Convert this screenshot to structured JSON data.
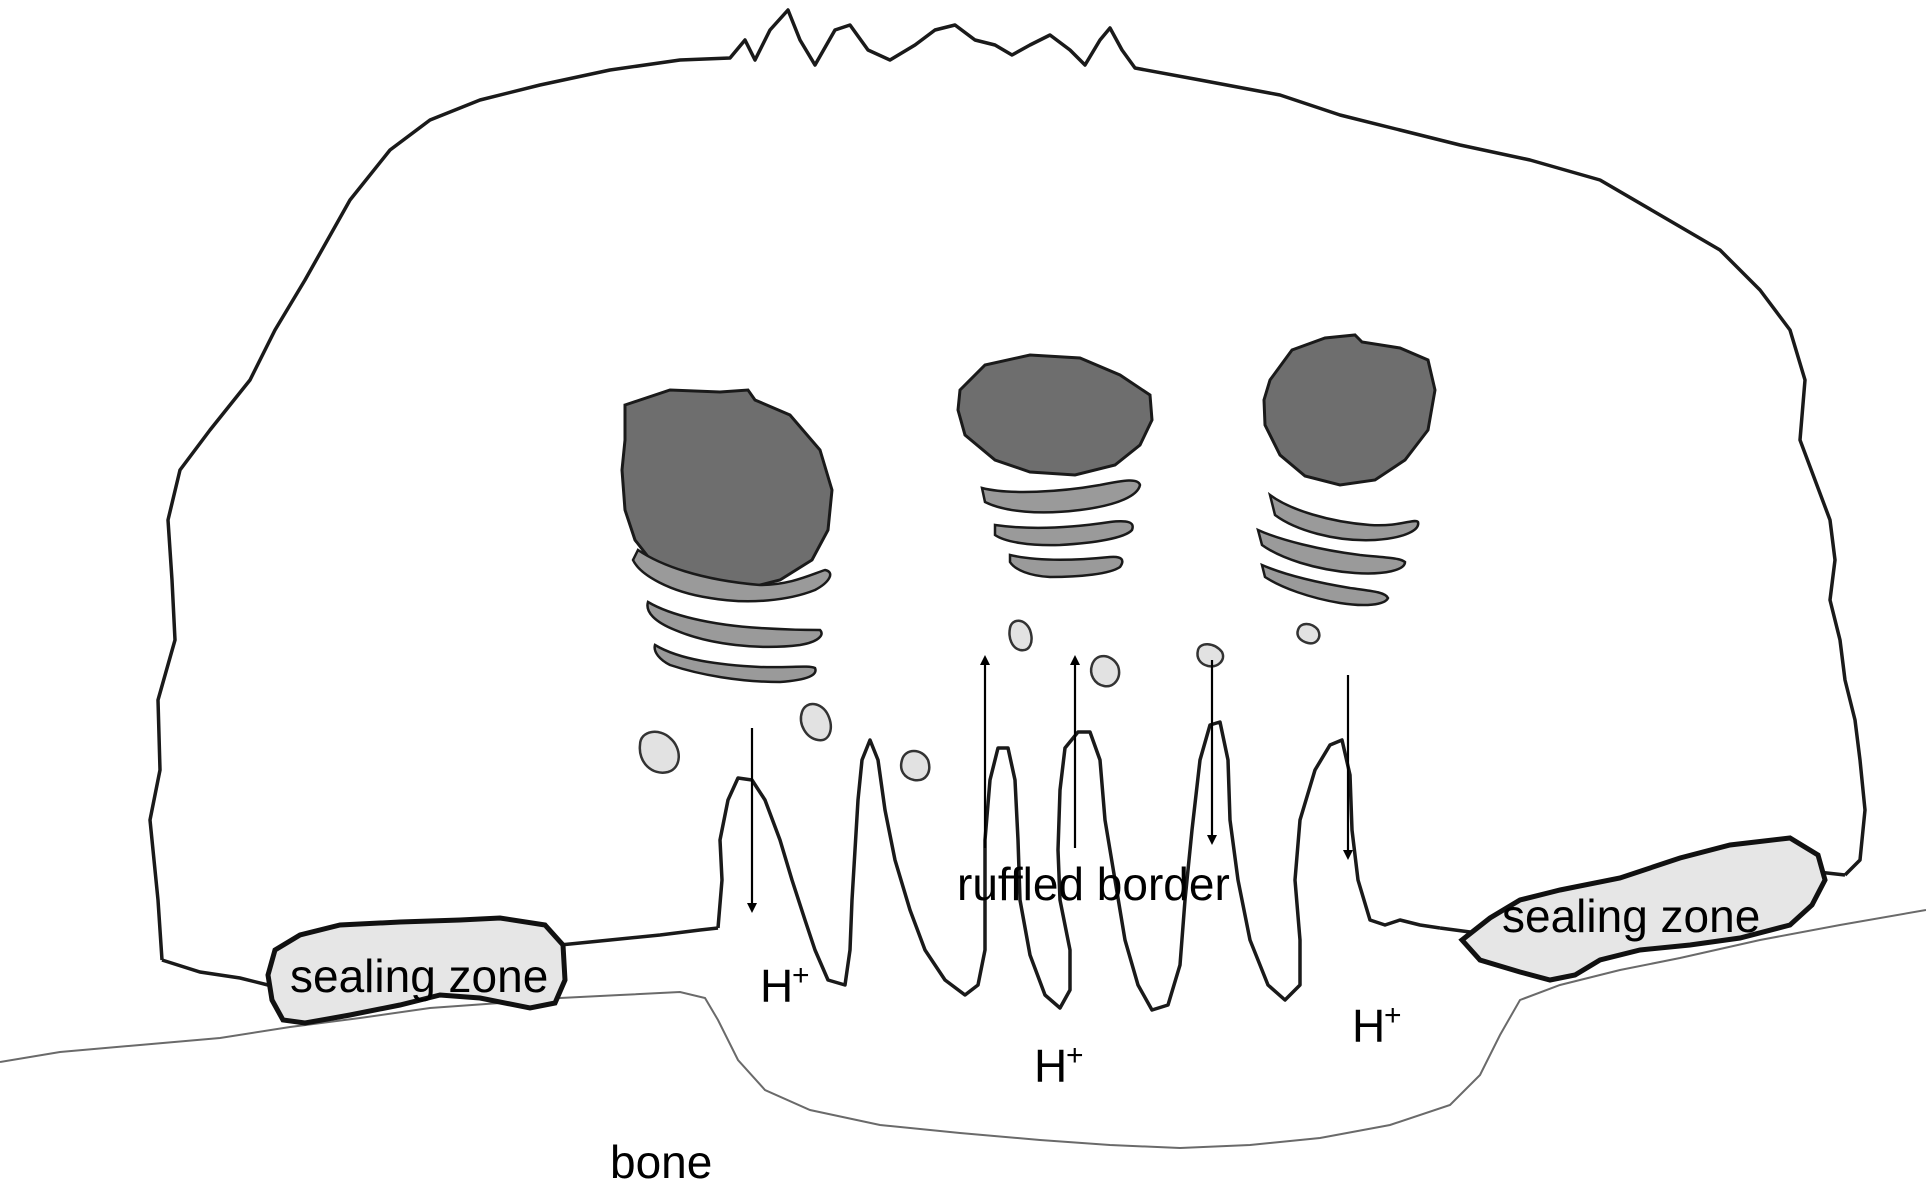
{
  "labels": {
    "sealing_zone_left": "sealing zone",
    "sealing_zone_right": "sealing zone",
    "ruffled_border": "ruffled border",
    "bone": "bone",
    "proton": "H",
    "proton_superscript": "+"
  },
  "colors": {
    "outline": "#1a1a1a",
    "nucleus": "#6e6e6e",
    "golgi": "#9a9a9a",
    "vesicle": "#e2e2e2",
    "sealing_zone_fill": "#e6e6e6",
    "bone_line": "#6a6a6a",
    "background": "#ffffff"
  }
}
